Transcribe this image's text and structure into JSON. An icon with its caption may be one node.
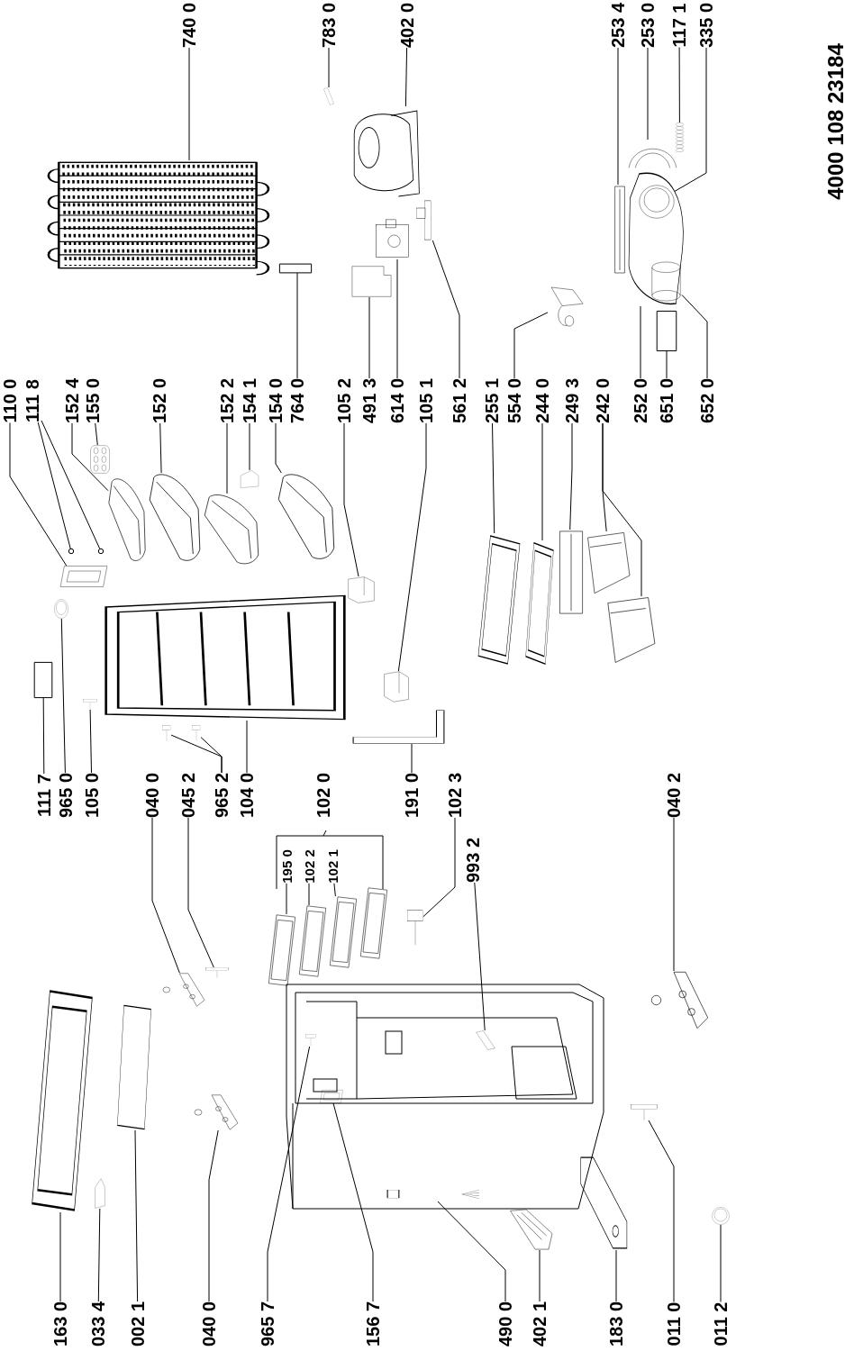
{
  "diagram": {
    "nodes": [
      {
        "text": [
          "740 0"
        ]
      },
      {
        "text": [],
        "shape": "picture"
      },
      {
        "text": [
          "783 0"
        ]
      },
      {
        "text": [],
        "shape": "picture"
      },
      {
        "text": [
          "402 0"
        ]
      },
      {
        "text": [],
        "shape": "picture"
      },
      {
        "text": [
          "253 4"
        ]
      },
      {
        "text": [],
        "shape": "picture"
      },
      {
        "text": [
          "253 0"
        ]
      },
      {
        "text": [],
        "shape": "picture"
      },
      {
        "text": [
          "117 1"
        ]
      },
      {
        "text": [],
        "shape": "picture"
      },
      {
        "text": [
          "335 0"
        ]
      },
      {
        "text": [],
        "shape": "picture"
      },
      {
        "text": [],
        "shape": "picture",
        "in": 13
      },
      {
        "text": [
          "110 0"
        ]
      },
      {
        "text": [],
        "shape": "picture"
      },
      {
        "text": [
          "111 8"
        ]
      },
      {
        "text": [],
        "shape": "circle"
      },
      {
        "text": [],
        "shape": "circle"
      },
      {
        "text": [
          "152 4"
        ]
      },
      {
        "text": [],
        "shape": "picture"
      },
      {
        "text": [
          "155 0"
        ]
      },
      {
        "text": [],
        "shape": "picture"
      },
      {
        "text": [
          "152 0"
        ]
      },
      {
        "text": [],
        "shape": "picture"
      },
      {
        "text": [
          "152 2"
        ]
      },
      {
        "text": [],
        "shape": "picture"
      },
      {
        "text": [
          "154 1"
        ]
      },
      {
        "text": [],
        "shape": "picture"
      },
      {
        "text": [
          "154 0"
        ]
      },
      {
        "text": [],
        "shape": "picture"
      },
      {
        "text": [
          "764 0"
        ]
      },
      {
        "text": [],
        "shape": "box"
      },
      {
        "text": [
          "105 2"
        ]
      },
      {
        "text": [],
        "shape": "picture"
      },
      {
        "text": [
          "491 3"
        ]
      },
      {
        "text": [],
        "shape": "picture"
      },
      {
        "text": [
          "614 0"
        ]
      },
      {
        "text": [],
        "shape": "picture"
      },
      {
        "text": [
          "105 1"
        ]
      },
      {
        "text": [],
        "shape": "picture"
      },
      {
        "text": [
          "561 2"
        ]
      },
      {
        "text": [],
        "shape": "picture"
      },
      {
        "text": [
          "255 1"
        ]
      },
      {
        "text": [],
        "shape": "picture"
      },
      {
        "text": [
          "554 0"
        ]
      },
      {
        "text": [],
        "shape": "picture"
      },
      {
        "text": [
          "244 0"
        ]
      },
      {
        "text": [],
        "shape": "picture"
      },
      {
        "text": [
          "249 3"
        ]
      },
      {
        "text": [],
        "shape": "picture"
      },
      {
        "text": [
          "242 0"
        ]
      },
      {
        "text": [],
        "shape": "picture"
      },
      {
        "text": [],
        "shape": "picture"
      },
      {
        "text": [
          "252 0"
        ]
      },
      {
        "text": [
          "651 0"
        ]
      },
      {
        "text": [],
        "shape": "box"
      },
      {
        "text": [
          "652 0"
        ]
      },
      {
        "text": [],
        "shape": "picture",
        "in": 13
      },
      {
        "text": [
          "111 7"
        ]
      },
      {
        "text": [],
        "shape": "box"
      },
      {
        "text": [
          "965 0"
        ]
      },
      {
        "text": [],
        "shape": "picture"
      },
      {
        "text": [
          "105 0"
        ]
      },
      {
        "text": [],
        "shape": "picture"
      },
      {
        "text": [
          "040 0"
        ]
      },
      {
        "text": [],
        "shape": "picture"
      },
      {
        "text": [
          "045 2"
        ]
      },
      {
        "text": [],
        "shape": "picture"
      },
      {
        "text": [
          "965 2"
        ]
      },
      {
        "text": [],
        "shape": "picture"
      },
      {
        "text": [],
        "shape": "picture"
      },
      {
        "text": [
          "104 0"
        ]
      },
      {
        "text": [],
        "shape": "picture"
      },
      {
        "text": [
          "195 0"
        ]
      },
      {
        "text": [],
        "shape": "picture"
      },
      {
        "text": [
          "102 2"
        ]
      },
      {
        "text": [],
        "shape": "picture"
      },
      {
        "text": [
          "102 1"
        ]
      },
      {
        "text": [],
        "shape": "picture"
      },
      {
        "text": [
          "191 0"
        ]
      },
      {
        "text": [],
        "shape": "picture"
      },
      {
        "text": [
          "102 3"
        ]
      },
      {
        "text": [],
        "shape": "picture"
      },
      {
        "text": [
          "993 2"
        ]
      },
      {
        "text": [],
        "shape": "picture"
      },
      {
        "text": [
          "040 2"
        ]
      },
      {
        "text": [],
        "shape": "picture"
      },
      {
        "text": [
          "163 0"
        ]
      },
      {
        "text": [],
        "shape": "picture"
      },
      {
        "text": [
          "033 4"
        ]
      },
      {
        "text": [],
        "shape": "picture"
      },
      {
        "text": [
          "002 1"
        ]
      },
      {
        "text": [],
        "shape": "picture"
      },
      {
        "text": [
          "040 0"
        ]
      },
      {
        "text": [],
        "shape": "picture"
      },
      {
        "text": [
          "965 7"
        ]
      },
      {
        "text": [],
        "shape": "picture"
      },
      {
        "text": [
          "156 7"
        ]
      },
      {
        "text": [],
        "shape": "picture"
      },
      {
        "text": [
          "490 0"
        ]
      },
      {
        "text": [],
        "shape": "picture"
      },
      {
        "text": [
          "402 1"
        ]
      },
      {
        "text": [],
        "shape": "picture"
      },
      {
        "text": [
          "183 0"
        ]
      },
      {
        "text": [],
        "shape": "picture"
      },
      {
        "text": [
          "011 0"
        ]
      },
      {
        "text": [],
        "shape": "picture"
      },
      {
        "text": [
          "011 2"
        ]
      },
      {
        "text": [],
        "shape": "picture"
      }
    ],
    "edges": [
      {
        "from": 0,
        "to": 1,
        "arrow": "none"
      },
      {
        "from": 2,
        "to": 3,
        "arrow": "none"
      },
      {
        "from": 4,
        "to": 5,
        "arrow": "none"
      },
      {
        "from": 6,
        "to": 7,
        "arrow": "none"
      },
      {
        "from": 8,
        "to": 9,
        "arrow": "none"
      },
      {
        "from": 10,
        "to": 11,
        "arrow": "none"
      },
      {
        "from": 12,
        "to": 14,
        "arrow": "none"
      },
      {
        "from": 15,
        "to": 16,
        "arrow": "none"
      },
      {
        "from": 17,
        "to": 18,
        "arrow": "none"
      },
      {
        "from": 17,
        "to": 19,
        "arrow": "none"
      },
      {
        "from": 20,
        "to": 21,
        "arrow": "none"
      },
      {
        "from": 22,
        "to": 23,
        "arrow": "none"
      },
      {
        "from": 24,
        "to": 25,
        "arrow": "none"
      },
      {
        "from": 26,
        "to": 27,
        "arrow": "none"
      },
      {
        "from": 28,
        "to": 29,
        "arrow": "none"
      },
      {
        "from": 30,
        "to": 31,
        "arrow": "none"
      },
      {
        "from": 32,
        "to": 33,
        "arrow": "none"
      },
      {
        "from": 34,
        "to": 35,
        "arrow": "none"
      },
      {
        "from": 36,
        "to": 37,
        "arrow": "none"
      },
      {
        "from": 38,
        "to": 39,
        "arrow": "none"
      },
      {
        "from": 40,
        "to": 41,
        "arrow": "none"
      },
      {
        "from": 42,
        "to": 43,
        "arrow": "none"
      },
      {
        "from": 44,
        "to": 45,
        "arrow": "none"
      },
      {
        "from": 46,
        "to": 47,
        "arrow": "none"
      },
      {
        "from": 48,
        "to": 49,
        "arrow": "none"
      },
      {
        "from": 50,
        "to": 51,
        "arrow": "none"
      },
      {
        "from": 52,
        "to": 53,
        "arrow": "none"
      },
      {
        "from": 52,
        "to": 54,
        "arrow": "none"
      },
      {
        "from": 55,
        "to": 13,
        "arrow": "none"
      },
      {
        "from": 56,
        "to": 57,
        "arrow": "none"
      },
      {
        "from": 58,
        "to": 59,
        "arrow": "none"
      },
      {
        "from": 60,
        "to": 61,
        "arrow": "none"
      },
      {
        "from": 62,
        "to": 63,
        "arrow": "none"
      },
      {
        "from": 64,
        "to": 65,
        "arrow": "none"
      },
      {
        "from": 66,
        "to": 67,
        "arrow": "none"
      },
      {
        "from": 68,
        "to": 69,
        "arrow": "none"
      },
      {
        "from": 70,
        "to": 71,
        "arrow": "none"
      },
      {
        "from": 70,
        "to": 72,
        "arrow": "none"
      },
      {
        "from": 73,
        "to": 74,
        "arrow": "none"
      },
      {
        "from": 75,
        "to": 76,
        "arrow": "none"
      },
      {
        "from": 77,
        "to": 78,
        "arrow": "none"
      },
      {
        "from": 79,
        "to": 80,
        "arrow": "none"
      },
      {
        "from": 81,
        "to": 82,
        "arrow": "none"
      },
      {
        "from": 83,
        "to": 84,
        "arrow": "none"
      },
      {
        "from": 85,
        "to": 86,
        "arrow": "none"
      },
      {
        "from": 87,
        "to": 88,
        "arrow": "none"
      },
      {
        "from": 89,
        "to": 90,
        "arrow": "none"
      },
      {
        "from": 91,
        "to": 92,
        "arrow": "none"
      },
      {
        "from": 93,
        "to": 94,
        "arrow": "none"
      },
      {
        "from": 95,
        "to": 96,
        "arrow": "none"
      },
      {
        "from": 97,
        "to": 98,
        "arrow": "none"
      },
      {
        "from": 99,
        "to": 100,
        "arrow": "none"
      },
      {
        "from": 101,
        "to": 102,
        "arrow": "none"
      },
      {
        "from": 103,
        "to": 104,
        "arrow": "none"
      },
      {
        "from": 105,
        "to": 106,
        "arrow": "none"
      },
      {
        "from": 107,
        "to": 108,
        "arrow": "none"
      },
      {
        "from": 109,
        "to": 110,
        "arrow": "none"
      }
    ],
    "labels": [
      "102 0",
      "4000 108 23184"
    ]
  }
}
